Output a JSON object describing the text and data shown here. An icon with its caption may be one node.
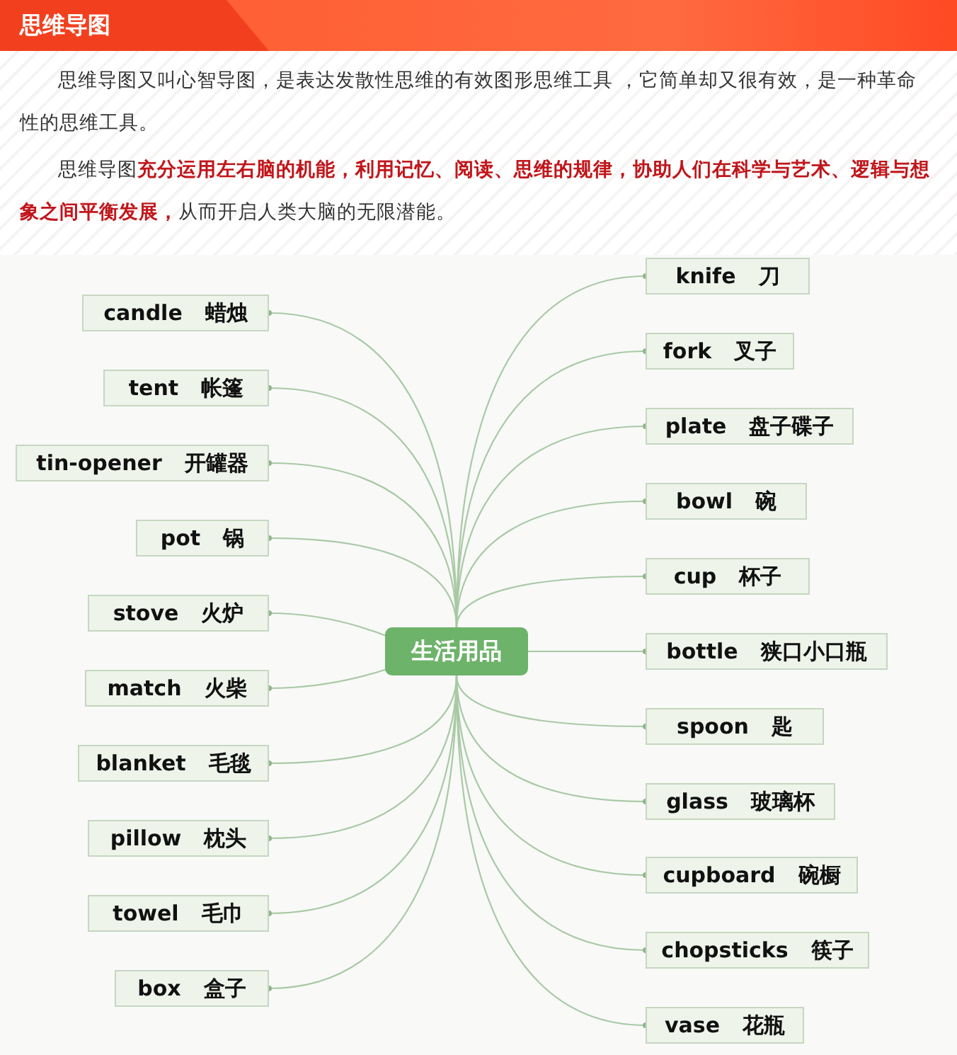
{
  "diagram": {
    "title": "思维导图",
    "labels": [
      "思维导图又叫心智导图，是表达发散性思维的有效图形思维工具 ，它简单却又很有效，是一种革命性的思维工具。",
      "思维导图**充分运用左右脑的机能，利用记忆、阅读、思维的规律，协助人们在科学与艺术、逻辑与想象之间平衡发展，**从而开启人类大脑的无限潜能。"
    ],
    "nodes": [
      {
        "text": [
          "生活用品"
        ]
      },
      {
        "text": [
          "candle",
          "蜡烛"
        ]
      },
      {
        "text": [
          "tent",
          "帐篷"
        ]
      },
      {
        "text": [
          "tin-opener",
          "开罐器"
        ]
      },
      {
        "text": [
          "pot",
          "锅"
        ]
      },
      {
        "text": [
          "stove",
          "火炉"
        ]
      },
      {
        "text": [
          "match",
          "火柴"
        ]
      },
      {
        "text": [
          "blanket",
          "毛毯"
        ]
      },
      {
        "text": [
          "pillow",
          "枕头"
        ]
      },
      {
        "text": [
          "towel",
          "毛巾"
        ]
      },
      {
        "text": [
          "box",
          "盒子"
        ]
      },
      {
        "text": [
          "knife",
          "刀"
        ]
      },
      {
        "text": [
          "fork",
          "叉子"
        ]
      },
      {
        "text": [
          "plate",
          "盘子碟子"
        ]
      },
      {
        "text": [
          "bowl",
          "碗"
        ]
      },
      {
        "text": [
          "cup",
          "杯子"
        ]
      },
      {
        "text": [
          "bottle",
          "狭口小口瓶"
        ]
      },
      {
        "text": [
          "spoon",
          "匙"
        ]
      },
      {
        "text": [
          "glass",
          "玻璃杯"
        ]
      },
      {
        "text": [
          "cupboard",
          "碗橱"
        ]
      },
      {
        "text": [
          "chopsticks",
          "筷子"
        ]
      },
      {
        "text": [
          "vase",
          "花瓶"
        ]
      }
    ],
    "edges": [
      {
        "from": 0,
        "to": 1,
        "arrow": "other"
      },
      {
        "from": 0,
        "to": 2,
        "arrow": "other"
      },
      {
        "from": 0,
        "to": 3,
        "arrow": "other"
      },
      {
        "from": 0,
        "to": 4,
        "arrow": "other"
      },
      {
        "from": 0,
        "to": 5,
        "arrow": "other"
      },
      {
        "from": 0,
        "to": 6,
        "arrow": "other"
      },
      {
        "from": 0,
        "to": 7,
        "arrow": "other"
      },
      {
        "from": 0,
        "to": 8,
        "arrow": "other"
      },
      {
        "from": 0,
        "to": 9,
        "arrow": "other"
      },
      {
        "from": 0,
        "to": 10,
        "arrow": "other"
      },
      {
        "from": 0,
        "to": 11,
        "arrow": "other"
      },
      {
        "from": 0,
        "to": 12,
        "arrow": "other"
      },
      {
        "from": 0,
        "to": 13,
        "arrow": "other"
      },
      {
        "from": 0,
        "to": 14,
        "arrow": "other"
      },
      {
        "from": 0,
        "to": 15,
        "arrow": "other"
      },
      {
        "from": 0,
        "to": 16,
        "arrow": "other"
      },
      {
        "from": 0,
        "to": 17,
        "arrow": "other"
      },
      {
        "from": 0,
        "to": 18,
        "arrow": "other"
      },
      {
        "from": 0,
        "to": 19,
        "arrow": "other"
      },
      {
        "from": 0,
        "to": 20,
        "arrow": "other"
      },
      {
        "from": 0,
        "to": 21,
        "arrow": "other"
      }
    ]
  }
}
